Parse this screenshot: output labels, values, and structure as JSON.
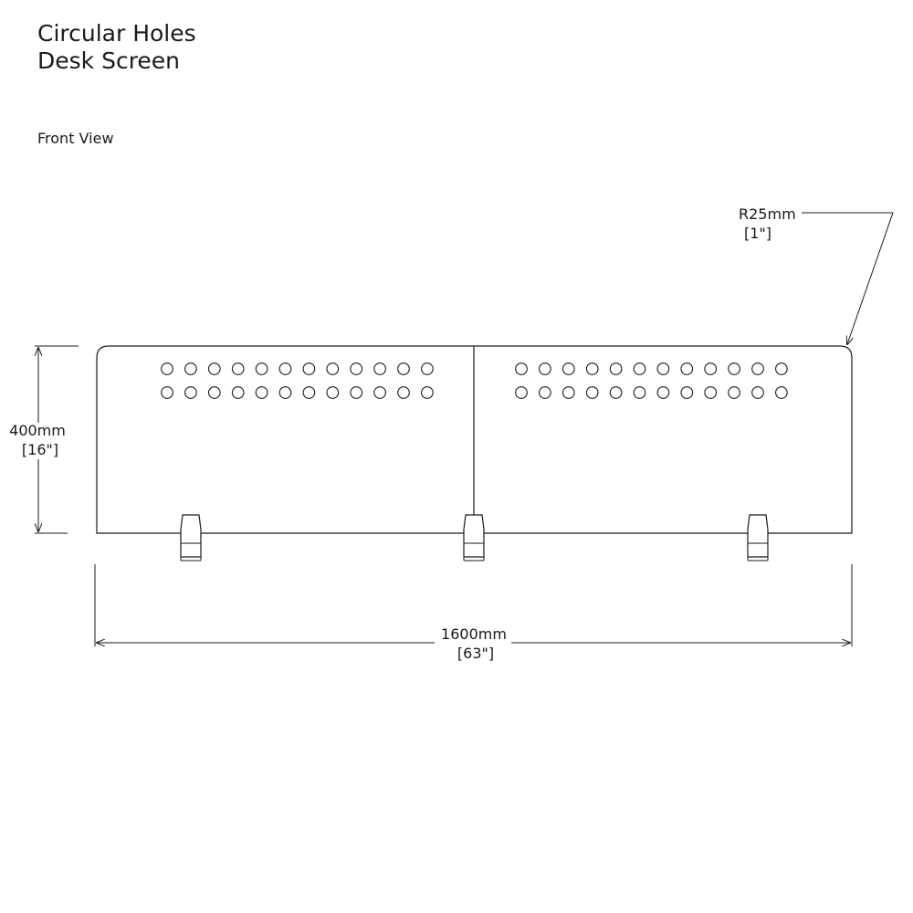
{
  "title_line1": "Circular Holes",
  "title_line2": "Desk Screen",
  "view_label": "Front View",
  "dimensions": {
    "height_mm": "400mm",
    "height_in": "[16\"]",
    "width_mm": "1600mm",
    "width_in": "[63\"]",
    "radius_mm": "R25mm",
    "radius_in": "[1\"]"
  },
  "holes": {
    "panels": 2,
    "rows": 2,
    "per_row": 12
  },
  "clamps": 3
}
